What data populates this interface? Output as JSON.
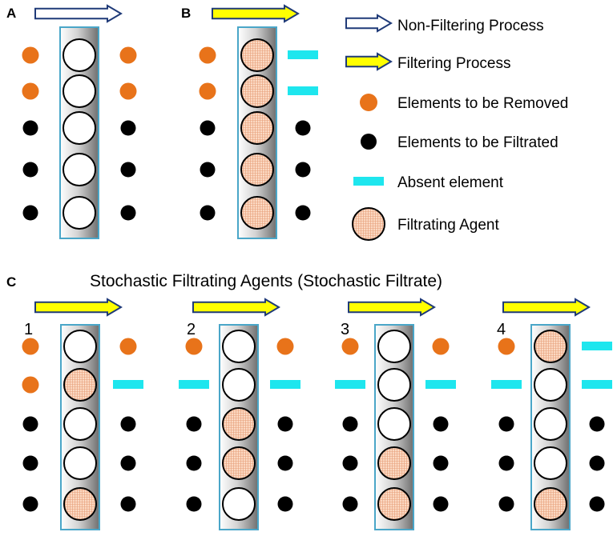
{
  "panels": {
    "A": {
      "label": "A",
      "process": "non-filtering",
      "inputs": [
        "removed",
        "removed",
        "filtrated",
        "filtrated",
        "filtrated"
      ],
      "agents": [
        false,
        false,
        false,
        false,
        false
      ],
      "outputs": [
        "removed",
        "removed",
        "filtrated",
        "filtrated",
        "filtrated"
      ]
    },
    "B": {
      "label": "B",
      "process": "filtering",
      "inputs": [
        "removed",
        "removed",
        "filtrated",
        "filtrated",
        "filtrated"
      ],
      "agents": [
        true,
        true,
        true,
        true,
        true
      ],
      "outputs": [
        "absent",
        "absent",
        "filtrated",
        "filtrated",
        "filtrated"
      ]
    }
  },
  "legend": {
    "items": [
      {
        "key": "non-filtering",
        "label": "Non-Filtering Process"
      },
      {
        "key": "filtering",
        "label": "Filtering Process"
      },
      {
        "key": "removed",
        "label": "Elements to be Removed"
      },
      {
        "key": "filtrated",
        "label": "Elements to be Filtrated"
      },
      {
        "key": "absent",
        "label": "Absent element"
      },
      {
        "key": "agent",
        "label": "Filtrating Agent"
      }
    ]
  },
  "panel_c": {
    "label": "C",
    "title": "Stochastic Filtrating Agents (Stochastic Filtrate)",
    "subpanels": [
      {
        "label": "1",
        "inputs": [
          "removed",
          "removed",
          "filtrated",
          "filtrated",
          "filtrated"
        ],
        "agents": [
          false,
          true,
          false,
          false,
          true
        ],
        "outputs": [
          "removed",
          "absent",
          "filtrated",
          "filtrated",
          "filtrated"
        ]
      },
      {
        "label": "2",
        "inputs": [
          "removed",
          "absent",
          "filtrated",
          "filtrated",
          "filtrated"
        ],
        "agents": [
          false,
          false,
          true,
          true,
          false
        ],
        "outputs": [
          "removed",
          "absent",
          "filtrated",
          "filtrated",
          "filtrated"
        ]
      },
      {
        "label": "3",
        "inputs": [
          "removed",
          "absent",
          "filtrated",
          "filtrated",
          "filtrated"
        ],
        "agents": [
          false,
          false,
          false,
          true,
          true
        ],
        "outputs": [
          "removed",
          "absent",
          "filtrated",
          "filtrated",
          "filtrated"
        ]
      },
      {
        "label": "4",
        "inputs": [
          "removed",
          "absent",
          "filtrated",
          "filtrated",
          "filtrated"
        ],
        "agents": [
          true,
          false,
          false,
          false,
          true
        ],
        "outputs": [
          "absent",
          "absent",
          "filtrated",
          "filtrated",
          "filtrated"
        ]
      }
    ]
  },
  "colors": {
    "removed": "#e8731a",
    "filtrated": "#000000",
    "absent": "#1ee6ee",
    "agent_fill": "#fbd9c3",
    "agent_grid": "#e8a07a",
    "arrow_yellow": "#ffff00",
    "arrow_outline": "#1f3a78",
    "column_border": "#4aa6c8"
  }
}
